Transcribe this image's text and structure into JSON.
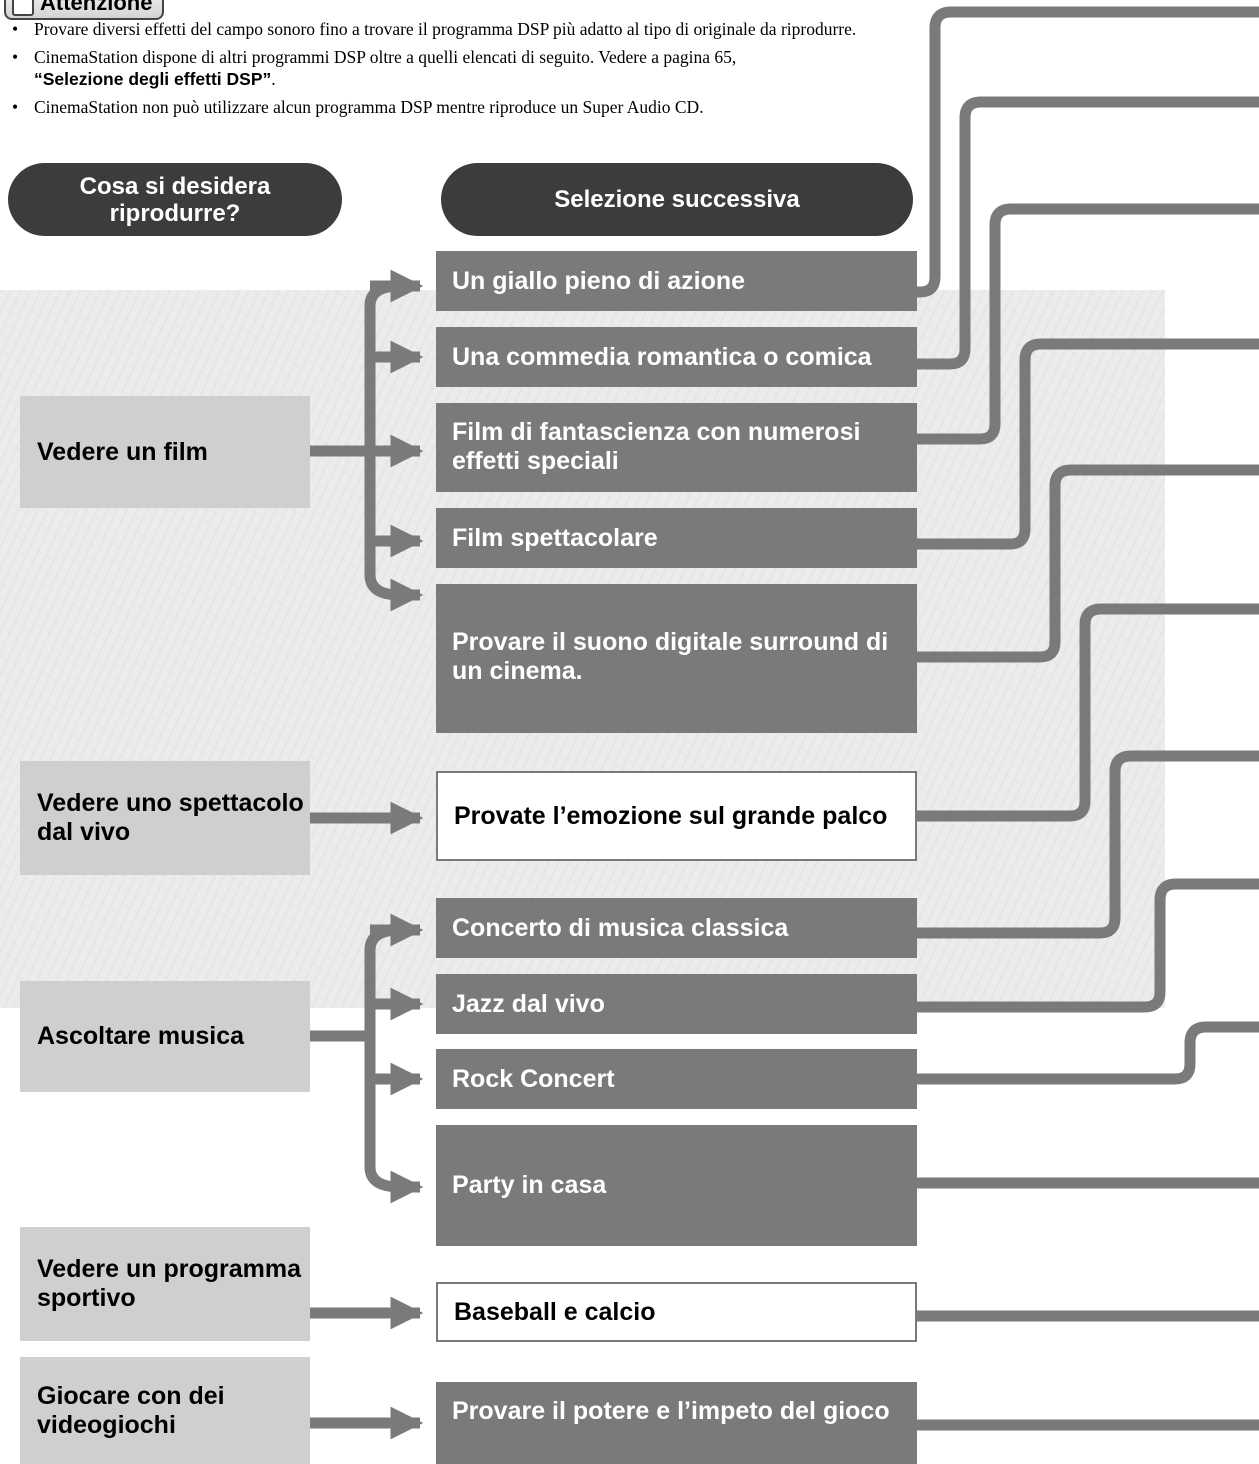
{
  "caution_title": "Attenzione",
  "notes": [
    "Provare diversi effetti del campo sonoro fino a trovare il programma DSP più adatto al tipo di originale da riprodurre.",
    "CinemaStation dispone di altri programmi DSP oltre a quelli elencati di seguito. Vedere a pagina 65,",
    "“Selezione degli effetti DSP”",
    ".",
    "CinemaStation non può utilizzare alcun programma DSP mentre riproduce un Super Audio CD."
  ],
  "headers": {
    "left": "Cosa si desidera riprodurre?",
    "right": "Selezione successiva"
  },
  "sources": [
    "Vedere un film",
    "Vedere uno spettacolo dal vivo",
    "Ascoltare musica",
    "Vedere un programma sportivo",
    "Giocare con dei videogiochi"
  ],
  "options": [
    "Un giallo pieno di azione",
    "Una commedia romantica o comica",
    "Film di fantascienza con numerosi effetti speciali",
    "Film spettacolare",
    "Provare il suono digitale surround di un cinema.",
    "Provate l’emozione sul grande palco",
    "Concerto di musica classica",
    "Jazz dal vivo",
    "Rock Concert",
    "Party in casa",
    "Baseball e calcio",
    "Provare il potere e l’impeto del gioco"
  ],
  "colors": {
    "connector": "#7a7a7a",
    "option_dark": "#7a7a7a",
    "source_bg": "#cfcfcf",
    "pill_bg": "#3c3c3c"
  }
}
